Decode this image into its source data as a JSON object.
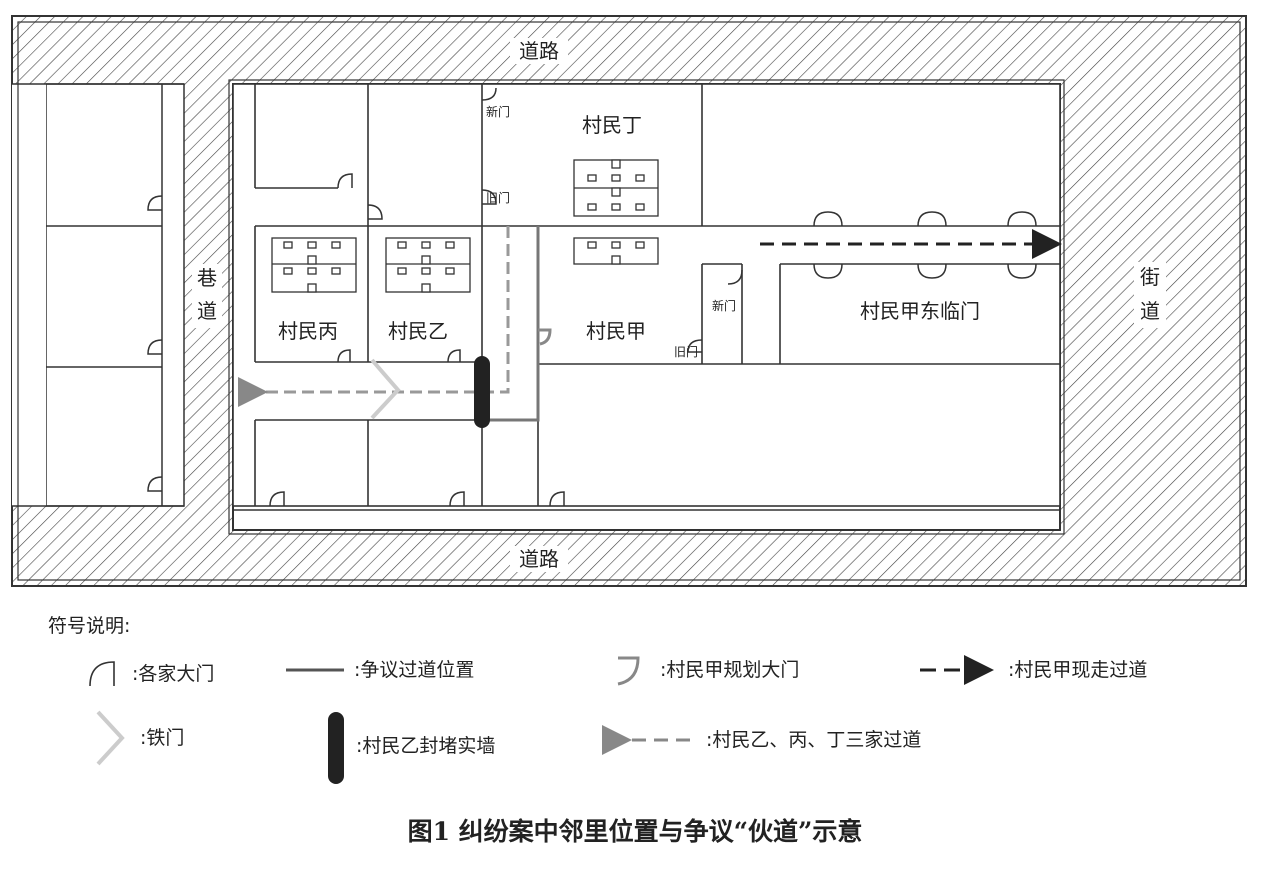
{
  "map": {
    "road_top": "道路",
    "road_bottom": "道路",
    "alley": "巷道",
    "street": "街道",
    "villager_ding": "村民丁",
    "villager_bing": "村民丙",
    "villager_yi": "村民乙",
    "villager_jia": "村民甲",
    "jia_east_front": "村民甲东临门",
    "new_door_ding": "新门",
    "old_door_ding": "旧门",
    "new_door_jia": "新门",
    "old_door_jia": "旧门"
  },
  "legend": {
    "title": "符号说明:",
    "door": ":各家大门",
    "disputed_passage": ":争议过道位置",
    "planned_gate": ":村民甲规划大门",
    "current_passage": ":村民甲现走过道",
    "iron_gate": ":铁门",
    "sealed_wall": ":村民乙封堵实墙",
    "three_household_passage": ":村民乙、丙、丁三家过道"
  },
  "caption": "图1  纠纷案中邻里位置与争议“伙道”示意"
}
